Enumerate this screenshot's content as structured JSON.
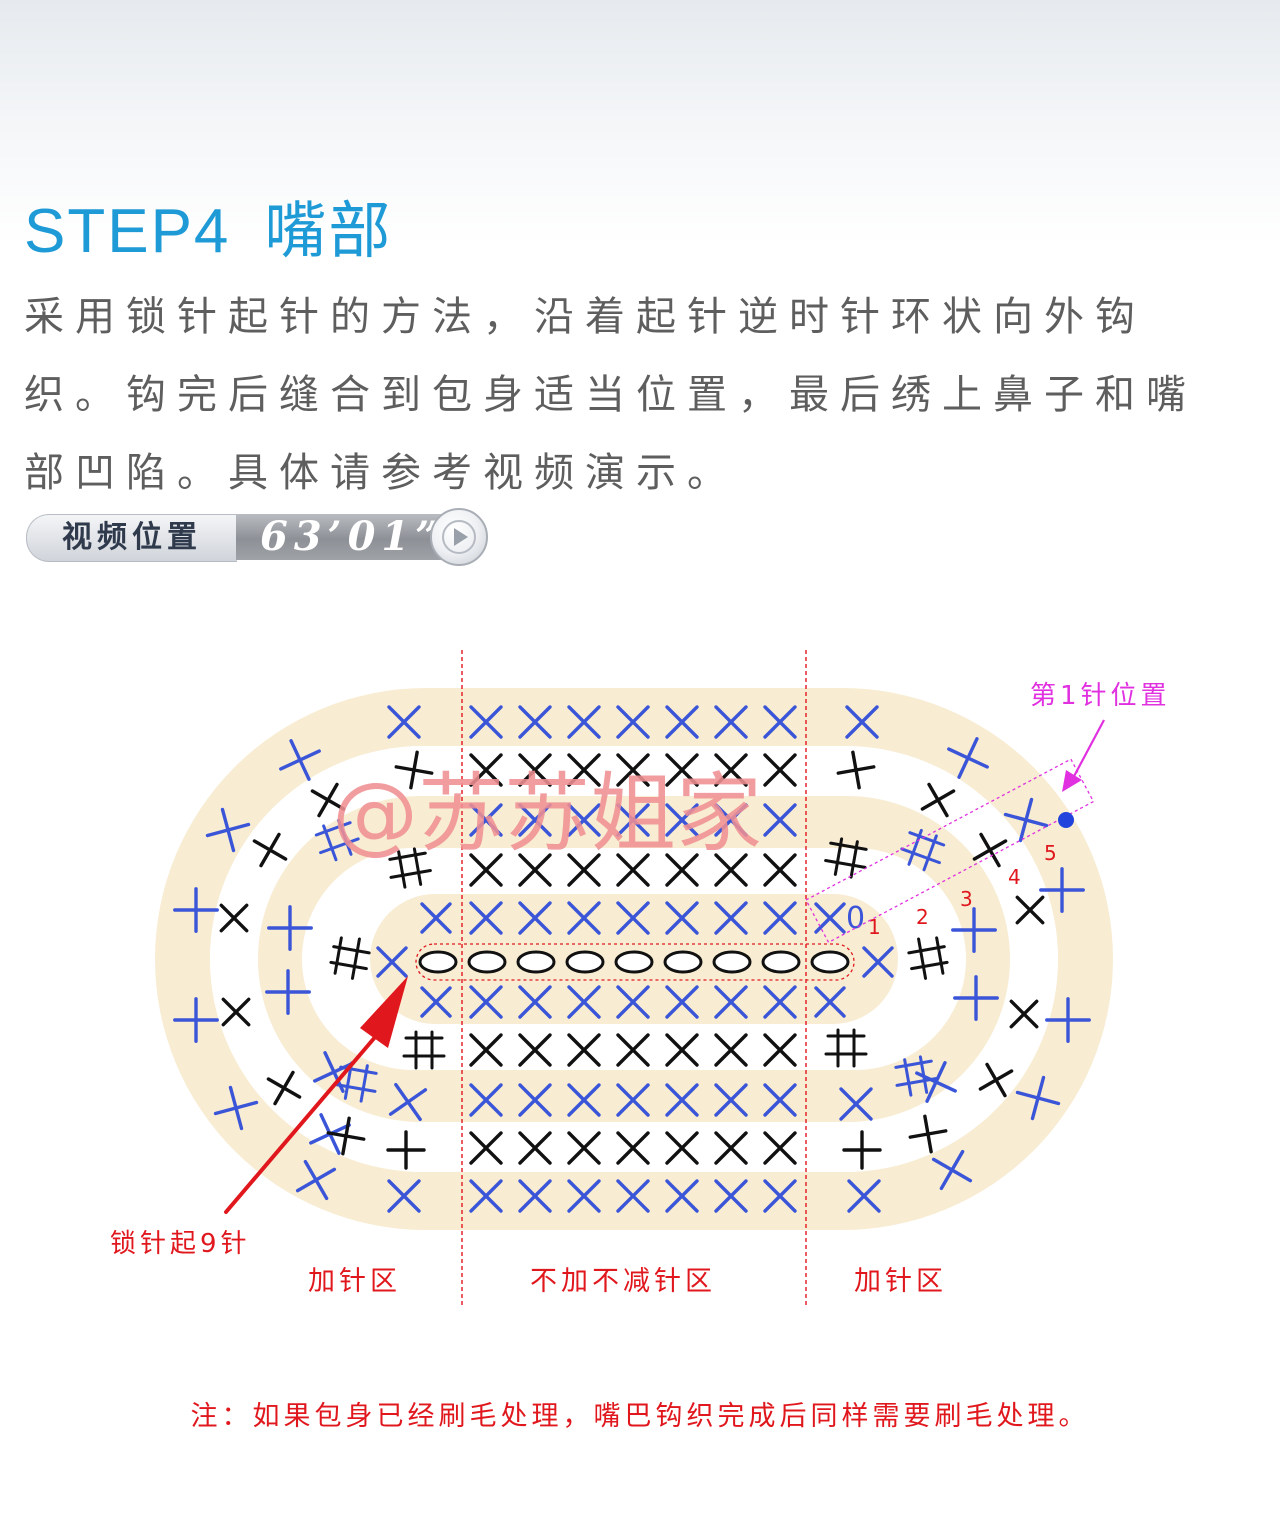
{
  "header": {
    "step": "STEP4",
    "title": "嘴部"
  },
  "description": {
    "lines": [
      "采用锁针起针的方法，沿着起针逆时针环状向外钩",
      "织。钩完后缝合到包身适当位置，最后绣上鼻子和嘴",
      "部凹陷。具体请参考视频演示。"
    ]
  },
  "video": {
    "label": "视频位置",
    "time": "63’01”",
    "icon": "play-icon"
  },
  "diagram": {
    "watermark": "@苏苏姐家",
    "first_stitch_label": "第1针位置",
    "chain_label": "锁针起9针",
    "chain_count": 9,
    "zone_left": "加针区",
    "zone_middle": "不加不减针区",
    "zone_right": "加针区",
    "stitch_numbers": [
      "1",
      "2",
      "3",
      "4",
      "5"
    ],
    "row_start_symbol": "0",
    "colors": {
      "band": "#f8ecd2",
      "blue_stitch": "#3a55d8",
      "black_stitch": "#111111",
      "red": "#e0181e",
      "magenta": "#e030e0",
      "watermark": "#ef8f93",
      "title": "#1e9ad6"
    }
  },
  "footer": {
    "note": "注：如果包身已经刷毛处理，嘴巴钩织完成后同样需要刷毛处理。"
  }
}
